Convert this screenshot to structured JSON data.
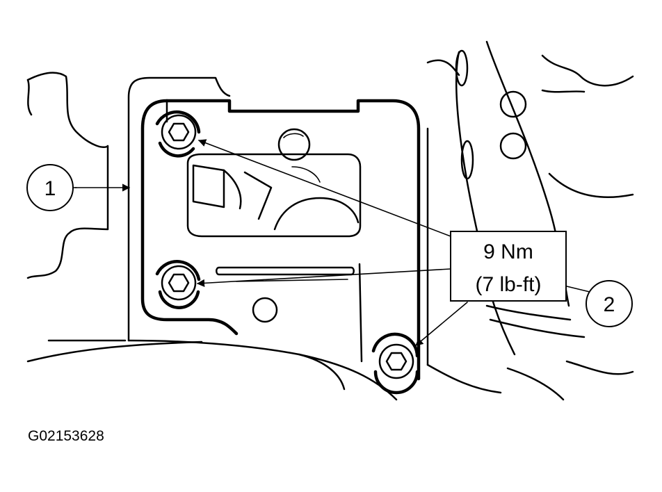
{
  "callouts": [
    {
      "label": "1"
    },
    {
      "label": "2"
    }
  ],
  "torque_spec": {
    "line1": "9 Nm",
    "line2": "(7 lb-ft)"
  },
  "figure_code": "G02153628"
}
